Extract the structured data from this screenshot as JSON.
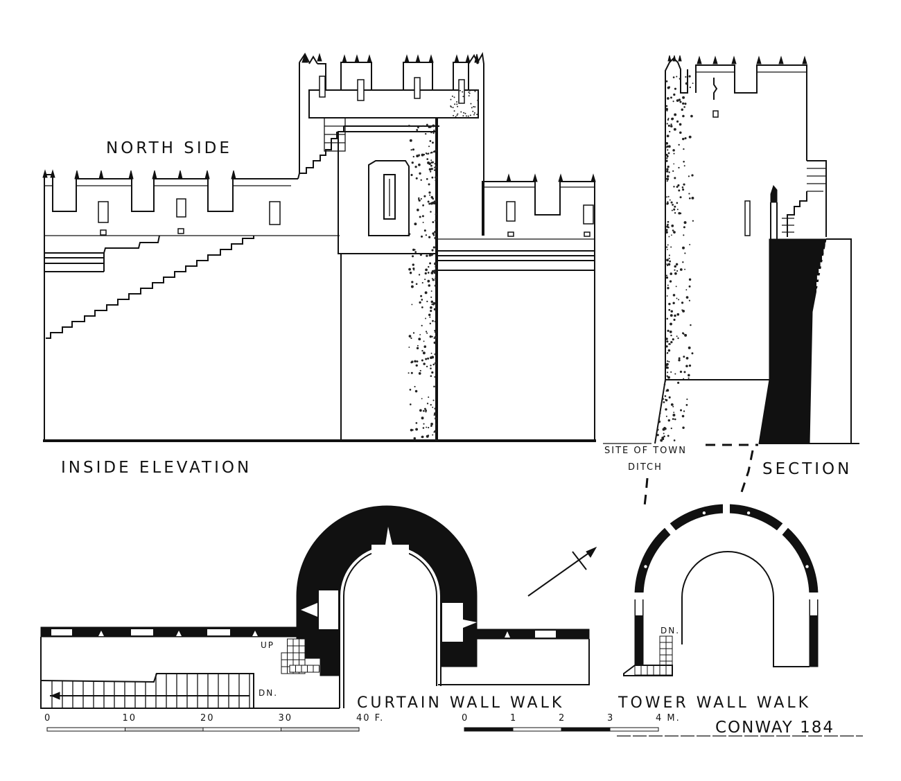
{
  "title": "CONWAY 184",
  "views": {
    "elevation": {
      "heading": "NORTH SIDE",
      "caption": "INSIDE ELEVATION"
    },
    "section": {
      "caption": "SECTION",
      "annotation_line1": "SITE OF TOWN",
      "annotation_line2": "DITCH"
    },
    "curtain_plan": {
      "caption": "CURTAIN WALL WALK",
      "up_label": "UP",
      "down_label": "DN."
    },
    "tower_plan": {
      "caption": "TOWER WALL WALK",
      "down_label": "DN."
    }
  },
  "scales": {
    "feet": {
      "ticks": [
        "0",
        "10",
        "20",
        "30",
        "40 F."
      ],
      "unit": "feet",
      "max": 40
    },
    "metres": {
      "ticks": [
        "0",
        "1",
        "2",
        "3",
        "4 M."
      ],
      "unit": "metres",
      "max": 4
    }
  },
  "north_arrow": {
    "icon": "north-arrow-icon"
  },
  "colors": {
    "ink": "#111111",
    "paper": "#ffffff"
  }
}
